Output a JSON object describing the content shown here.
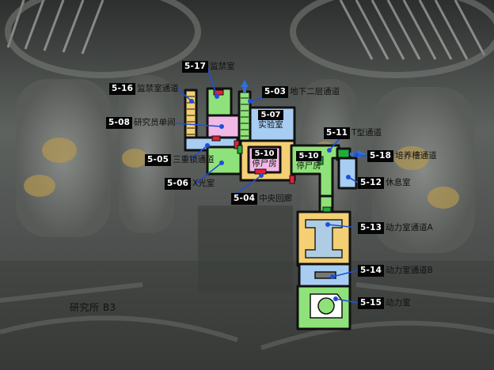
{
  "floor_label": "研究所 B3",
  "rooms": {
    "r503": {
      "code": "5-03",
      "name": "地下二层通道"
    },
    "r504": {
      "code": "5-04",
      "name": "中央回廊"
    },
    "r505": {
      "code": "5-05",
      "name": "三重锁通道"
    },
    "r506": {
      "code": "5-06",
      "name": "X光室"
    },
    "r507": {
      "code": "5-07",
      "name": "实验室"
    },
    "r508": {
      "code": "5-08",
      "name": "研究员单间"
    },
    "r510": {
      "code": "5-10",
      "name": "停尸房"
    },
    "r511": {
      "code": "5-11",
      "name": "T型通道"
    },
    "r512": {
      "code": "5-12",
      "name": "休息室"
    },
    "r513": {
      "code": "5-13",
      "name": "动力室通道A"
    },
    "r514": {
      "code": "5-14",
      "name": "动力室通道B"
    },
    "r515": {
      "code": "5-15",
      "name": "动力室"
    },
    "r516": {
      "code": "5-16",
      "name": "监禁室通道"
    },
    "r517": {
      "code": "5-17",
      "name": "监禁室"
    },
    "r518": {
      "code": "5-18",
      "name": "培养槽通道"
    }
  },
  "colors": {
    "wall": "#111111",
    "corridor_green": "#8fe27a",
    "room_yellow": "#f4cf73",
    "room_blue": "#a7cdf2",
    "room_pink": "#f2b9e6",
    "door_red": "#e0223a",
    "door_green": "#1fae3c",
    "pointer_blue": "#1f4fd8"
  }
}
